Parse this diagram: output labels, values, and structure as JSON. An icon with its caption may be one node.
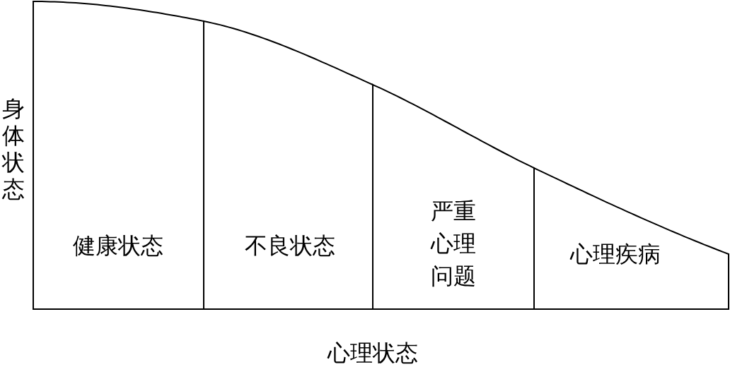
{
  "diagram": {
    "nodes": [
      {
        "text": [
          "健康状态"
        ]
      },
      {
        "text": [
          "不良状态"
        ]
      },
      {
        "text": [
          "严重心理问题"
        ]
      },
      {
        "text": [
          "心理疾病"
        ]
      }
    ],
    "labels": [
      "身体状态",
      "心理状态"
    ]
  }
}
